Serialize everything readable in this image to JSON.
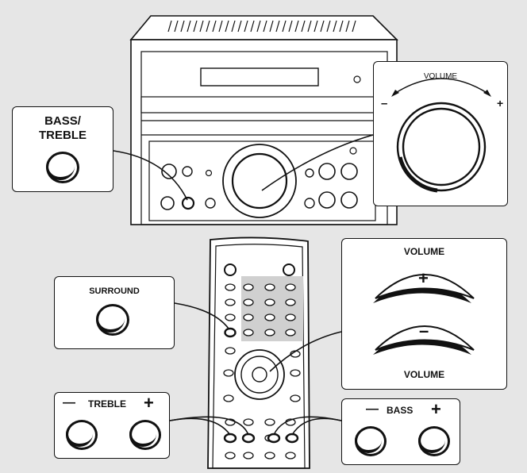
{
  "bass_treble": {
    "line1": "BASS/",
    "line2": "TREBLE"
  },
  "volume_knob": {
    "label": "VOLUME",
    "minus": "–",
    "plus": "+"
  },
  "surround": {
    "label": "SURROUND"
  },
  "remote_volume": {
    "top_label": "VOLUME",
    "bottom_label": "VOLUME",
    "plus": "+",
    "minus": "–"
  },
  "treble": {
    "label": "TREBLE",
    "minus": "—",
    "plus": "+"
  },
  "bass": {
    "label": "BASS",
    "minus": "—",
    "plus": "+"
  },
  "colors": {
    "background": "#e6e6e6",
    "ink": "#111111",
    "panel": "#ffffff",
    "keypad_shade": "#d0d0d0"
  }
}
